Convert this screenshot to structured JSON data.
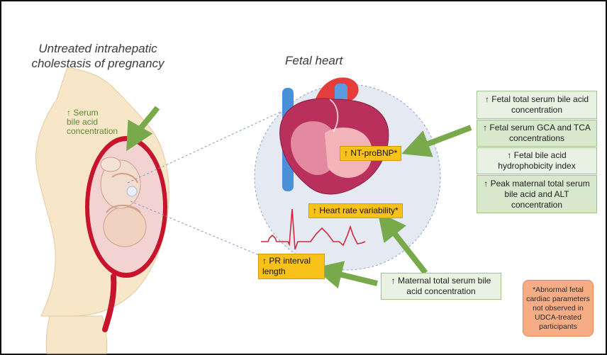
{
  "figure": {
    "title_left": [
      "Untreated intrahepatic",
      "cholestasis of pregnancy"
    ],
    "title_heart": "Fetal heart",
    "serum_label": [
      "↑ Serum",
      "bile acid",
      "concentration"
    ],
    "markers": {
      "nt_probnp": "↑ NT-proBNP*",
      "heart_rate": "↑ Heart rate variability*",
      "pr_interval": [
        "↑ PR interval",
        "length"
      ]
    },
    "factors": [
      [
        "↑ Fetal total serum bile acid",
        "concentration"
      ],
      [
        "↑ Fetal serum GCA and TCA",
        "concentrations"
      ],
      [
        "↑ Fetal bile acid",
        "hydrophobicity index"
      ],
      [
        "↑ Peak maternal total serum",
        "bile acid and ALT",
        "concentration"
      ]
    ],
    "maternal_factor": [
      "↑ Maternal total serum bile",
      "acid concentration"
    ],
    "footnote": [
      "*Abnormal fetal",
      "cardiac parameters",
      "not observed in",
      "UDCA-treated",
      "participants"
    ]
  },
  "colors": {
    "arrow_green": "#78a94a",
    "yellow_box": "#f8c21b",
    "green_box": "#e8f1e2",
    "green_box_alt": "#d7e8cd",
    "note_orange": "#f6ad86",
    "ecg_red": "#d8263a",
    "heart_bg": "#e4e9f2"
  }
}
